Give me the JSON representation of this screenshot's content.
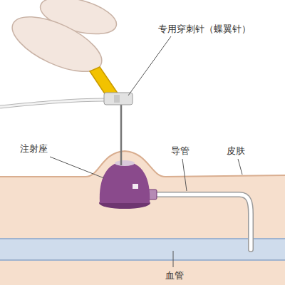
{
  "diagram": {
    "labels": [
      "专用穿刺针（蝶翼针）",
      "注射座",
      "导管",
      "皮肤",
      "血管"
    ]
  }
}
